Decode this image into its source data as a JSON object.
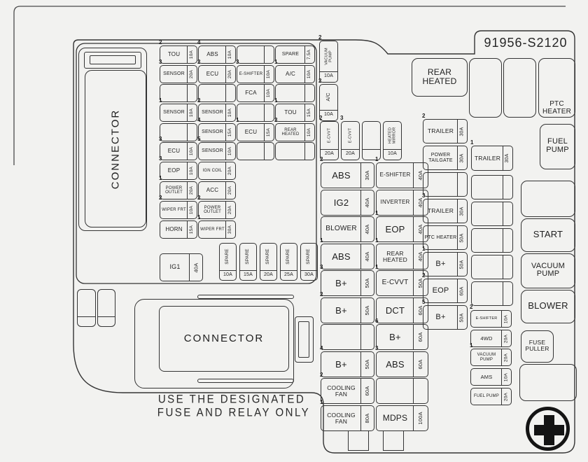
{
  "page": {
    "part_number": "91956-S2120",
    "warning_line1": "USE THE DESIGNATED",
    "warning_line2": "FUSE AND RELAY ONLY",
    "connector_top_label": "CONNECTOR",
    "connector_bottom_label": "CONNECTOR",
    "plus_icon": "battery-plus-icon"
  },
  "left_grid": {
    "rows": [
      [
        {
          "label": "TOU",
          "amp": "10A",
          "marker": "2"
        },
        {
          "label": "ABS",
          "amp": "10A",
          "marker": "4"
        },
        {
          "empty": true
        },
        {
          "label": "SPARE",
          "amp": "7.5A"
        }
      ],
      [
        {
          "label": "SENSOR",
          "amp": "20A",
          "marker": "3"
        },
        {
          "label": "ECU",
          "amp": "20A",
          "marker": "2"
        },
        {
          "label": "E-SHIFTER",
          "amp": "10A",
          "marker": "3"
        },
        {
          "label": "A/C",
          "amp": "10A",
          "marker": "1"
        }
      ],
      [
        {
          "empty": true
        },
        {
          "empty": true
        },
        {
          "label": "FCA",
          "amp": "10A"
        },
        {
          "empty": true
        }
      ],
      [
        {
          "label": "SENSOR",
          "amp": "10A",
          "marker": "1"
        },
        {
          "label": "SENSOR",
          "amp": "10A",
          "marker": "2"
        },
        {
          "empty": true
        },
        {
          "label": "TOU",
          "amp": "15A",
          "marker": "1"
        }
      ],
      [
        {
          "empty": true
        },
        {
          "label": "SENSOR",
          "amp": "15A",
          "marker": "4"
        },
        {
          "label": "ECU",
          "amp": "15A",
          "marker": "1"
        },
        {
          "label": "REAR HEATED",
          "amp": "10A",
          "marker": "2"
        }
      ],
      [
        {
          "label": "ECU",
          "amp": "10A",
          "marker": "3"
        },
        {
          "label": "SENSOR",
          "amp": "10A",
          "marker": "5"
        },
        {
          "empty": true
        },
        {
          "empty": true
        }
      ],
      [
        {
          "label": "EOP",
          "amp": "10A",
          "marker": "3"
        },
        {
          "label": "IGN COIL",
          "amp": "20A"
        },
        null,
        null
      ],
      [
        {
          "label": "POWER OUTLET",
          "amp": "20A",
          "marker": "1"
        },
        {
          "label": "ACC",
          "amp": "20A"
        },
        null,
        null
      ],
      [
        {
          "label": "WIPER FRT",
          "amp": "10A",
          "marker": "2"
        },
        {
          "label": "POWER OUTLET",
          "amp": "20A",
          "marker": "2"
        },
        null,
        null
      ],
      [
        {
          "label": "HORN",
          "amp": "15A"
        },
        {
          "label": "WIPER FRT",
          "amp": "30A",
          "marker": "1"
        },
        null,
        null
      ]
    ]
  },
  "ig1": {
    "label": "IG1",
    "amp": "40A"
  },
  "spare_strip": {
    "label": "SPARE",
    "amps": [
      "10A",
      "15A",
      "20A",
      "25A",
      "30A"
    ]
  },
  "mid_top": [
    {
      "label": "VACUUM PUMP",
      "amp": "10A",
      "marker": "2"
    },
    {
      "label": "A/C",
      "amp": "10A",
      "marker": "2"
    }
  ],
  "cvvt_strip": [
    {
      "label": "E-CVVT",
      "amp": "20A",
      "marker": "2"
    },
    {
      "label": "E-CVVT",
      "amp": "20A",
      "marker": "3"
    },
    {
      "empty": true
    },
    {
      "label": "HEATED MIRROR",
      "amp": "10A"
    }
  ],
  "mid_grid": {
    "rows": [
      [
        {
          "label": "ABS",
          "amp": "30A",
          "marker": "2"
        },
        {
          "label": "E-SHIFTER",
          "amp": "40A",
          "marker": "1"
        }
      ],
      [
        {
          "label": "IG2",
          "amp": "40A"
        },
        {
          "label": "INVERTER",
          "amp": "40A"
        }
      ],
      [
        {
          "label": "BLOWER",
          "amp": "40A"
        },
        {
          "label": "EOP",
          "amp": "40A",
          "marker": "1"
        }
      ],
      [
        {
          "label": "ABS",
          "amp": "40A",
          "marker": "1"
        },
        {
          "label": "REAR HEATED",
          "amp": "40A",
          "marker": "1"
        }
      ],
      [
        {
          "label": "B+",
          "amp": "50A",
          "marker": "3"
        },
        {
          "label": "E-CVVT",
          "amp": "50A",
          "marker": "1"
        }
      ],
      [
        {
          "label": "B+",
          "amp": "50A",
          "marker": "2"
        },
        {
          "label": "DCT",
          "amp": "60A"
        }
      ],
      [
        {
          "empty": true
        },
        {
          "label": "B+",
          "amp": "60A",
          "marker": "6"
        }
      ],
      [
        {
          "label": "B+",
          "amp": "50A",
          "marker": "4"
        },
        {
          "label": "ABS",
          "amp": "60A",
          "marker": "3"
        }
      ],
      [
        {
          "label": "COOLING FAN",
          "amp": "60A",
          "marker": "2"
        },
        {
          "empty": true
        }
      ],
      [
        {
          "label": "COOLING FAN",
          "amp": "80A",
          "marker": "1"
        },
        {
          "label": "MDPS",
          "amp": "100A"
        }
      ]
    ]
  },
  "right_col1": [
    {
      "label": "TRAILER",
      "amp": "30A",
      "marker": "2"
    },
    {
      "label": "POWER TAILGATE",
      "amp": "30A"
    },
    {
      "empty": true
    },
    {
      "label": "TRAILER",
      "amp": "30A",
      "marker": "3"
    },
    {
      "label": "PTC HEATER",
      "amp": "50A"
    },
    {
      "label": "B+",
      "amp": "50A",
      "marker": "1"
    },
    {
      "label": "EOP",
      "amp": "60A",
      "marker": "2"
    },
    {
      "label": "B+",
      "amp": "50A",
      "marker": "5"
    }
  ],
  "trailer1": {
    "label": "TRAILER",
    "amp": "30A",
    "marker": "1"
  },
  "right_col2_empty_cells": 5,
  "right_col2_bottom": [
    {
      "label": "E-SHIFTER",
      "amp": "10A",
      "marker": "2"
    },
    {
      "label": "4WD",
      "amp": "20A"
    },
    {
      "label": "VACUUM PUMP",
      "amp": "20A",
      "marker": "1"
    },
    {
      "label": "AMS",
      "amp": "10A"
    },
    {
      "label": "FUEL PUMP",
      "amp": "20A"
    }
  ],
  "relays": [
    {
      "label": "REAR HEATED"
    },
    {
      "label": ""
    },
    {
      "label": ""
    },
    {
      "label": "PTC HEATER"
    },
    {
      "label": "FUEL PUMP"
    },
    {
      "label": ""
    },
    {
      "label": "START"
    },
    {
      "label": "VACUUM PUMP"
    },
    {
      "label": "BLOWER"
    },
    {
      "label": "FUSE PULLER"
    },
    {
      "label": ""
    }
  ]
}
